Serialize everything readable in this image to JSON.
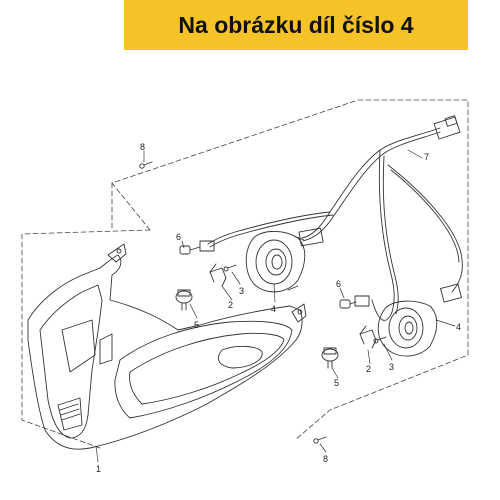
{
  "banner": {
    "text": "Na obrázku díl číslo 4",
    "color": "#f5c227"
  },
  "callouts": {
    "part_1": "1",
    "part_2_left": "2",
    "part_2_right": "2",
    "part_3_left": "3",
    "part_3_right": "3",
    "part_4_left": "4",
    "part_4_right": "4",
    "part_5_left": "5",
    "part_5_right": "5",
    "part_6_left": "6",
    "part_6_right": "6",
    "part_7": "7",
    "part_8_top": "8",
    "part_8_bottom": "8"
  }
}
